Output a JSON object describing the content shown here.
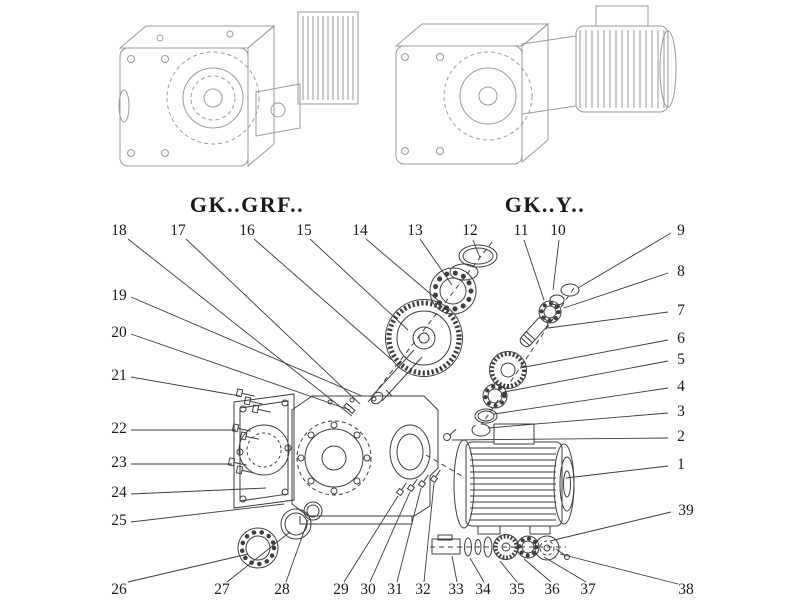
{
  "colors": {
    "drawing_line": "#3d3d3d",
    "assembled_view_line": "#9a9a9a",
    "text": "#1a1a1a",
    "background": "#ffffff"
  },
  "models": [
    {
      "label": "GK..GRF.."
    },
    {
      "label": "GK..Y.."
    }
  ],
  "callouts": {
    "top_row": [
      "18",
      "17",
      "16",
      "15",
      "14",
      "13",
      "12",
      "11",
      "10",
      "9"
    ],
    "left_column": [
      "19",
      "20",
      "21",
      "22",
      "23",
      "24",
      "25"
    ],
    "right_column": [
      "8",
      "7",
      "6",
      "5",
      "4",
      "3",
      "2",
      "1",
      "39"
    ],
    "bottom_row": [
      "26",
      "27",
      "28",
      "29",
      "30",
      "31",
      "32",
      "33",
      "34",
      "35",
      "36",
      "37",
      "38"
    ]
  }
}
